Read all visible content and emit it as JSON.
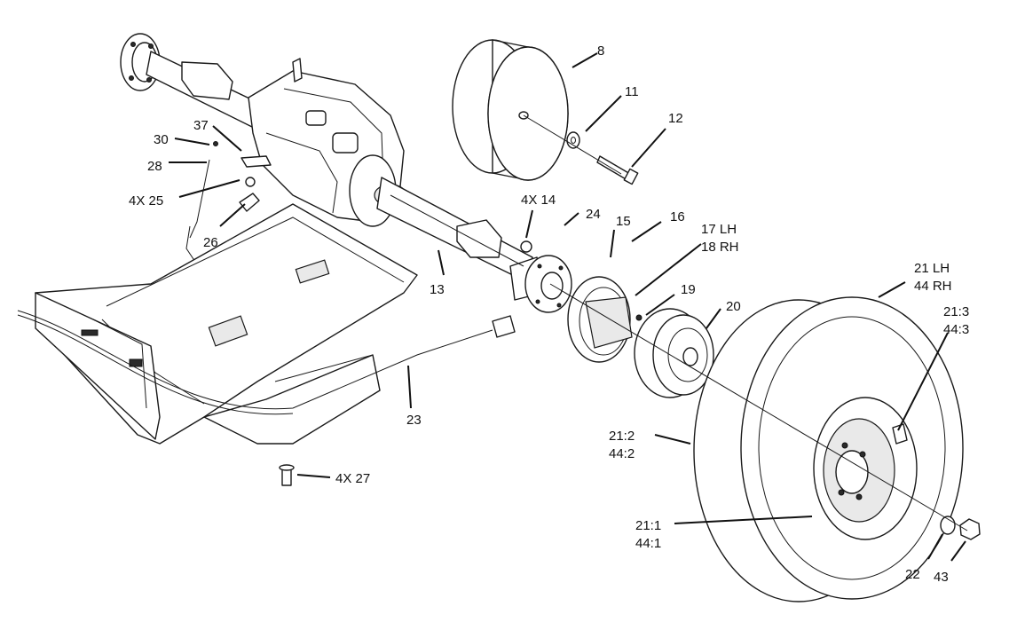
{
  "labels": {
    "l8": "8",
    "l11": "11",
    "l12": "12",
    "l30": "30",
    "l37": "37",
    "l28": "28",
    "l4x25": "4X 25",
    "l26": "26",
    "l4x14": "4X 14",
    "l24": "24",
    "l15": "15",
    "l16": "16",
    "l17": "17 LH",
    "l18": "18 RH",
    "l13": "13",
    "l19": "19",
    "l20": "20",
    "l21lh": "21 LH",
    "l44rh": "44 RH",
    "l21_3": "21:3",
    "l44_3": "44:3",
    "l23": "23",
    "l21_2": "21:2",
    "l44_2": "44:2",
    "l4x27": "4X 27",
    "l21_1": "21:1",
    "l44_1": "44:1",
    "l22": "22",
    "l43": "43"
  }
}
